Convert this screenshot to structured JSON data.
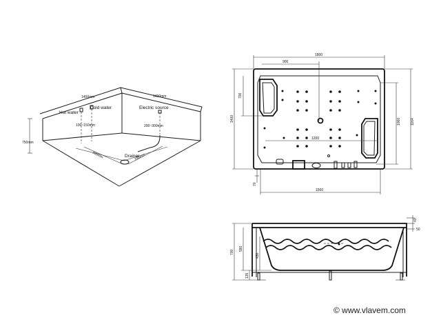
{
  "iso_view": {
    "labels": {
      "hot_water": "Hot water",
      "cold_water": "Cold water",
      "electric_source": "Electric source",
      "drainer": "Drainer"
    },
    "dims": {
      "top_left": "1400mm",
      "top_right": "1400mm",
      "height": "750mm",
      "pipe_left": "100~150mm",
      "pipe_right": "200~300mm",
      "floor_left": "900mm",
      "floor_right": "700mm"
    }
  },
  "plan_view": {
    "dims": {
      "overall_width": "1800",
      "upper_width": "900",
      "left_top": "700",
      "left_height": "1400",
      "inner_length": "1200",
      "right_inner": "1060",
      "right_outer": "1164",
      "bottom_small": "70",
      "bottom_width": "1560"
    }
  },
  "side_view": {
    "dims": {
      "overall_height": "700",
      "inner_height": "590",
      "water_depth": "430",
      "foot_height": "135",
      "rim_a": "43",
      "rim_b": "50"
    }
  },
  "watermark": "© www.vlavem.com"
}
